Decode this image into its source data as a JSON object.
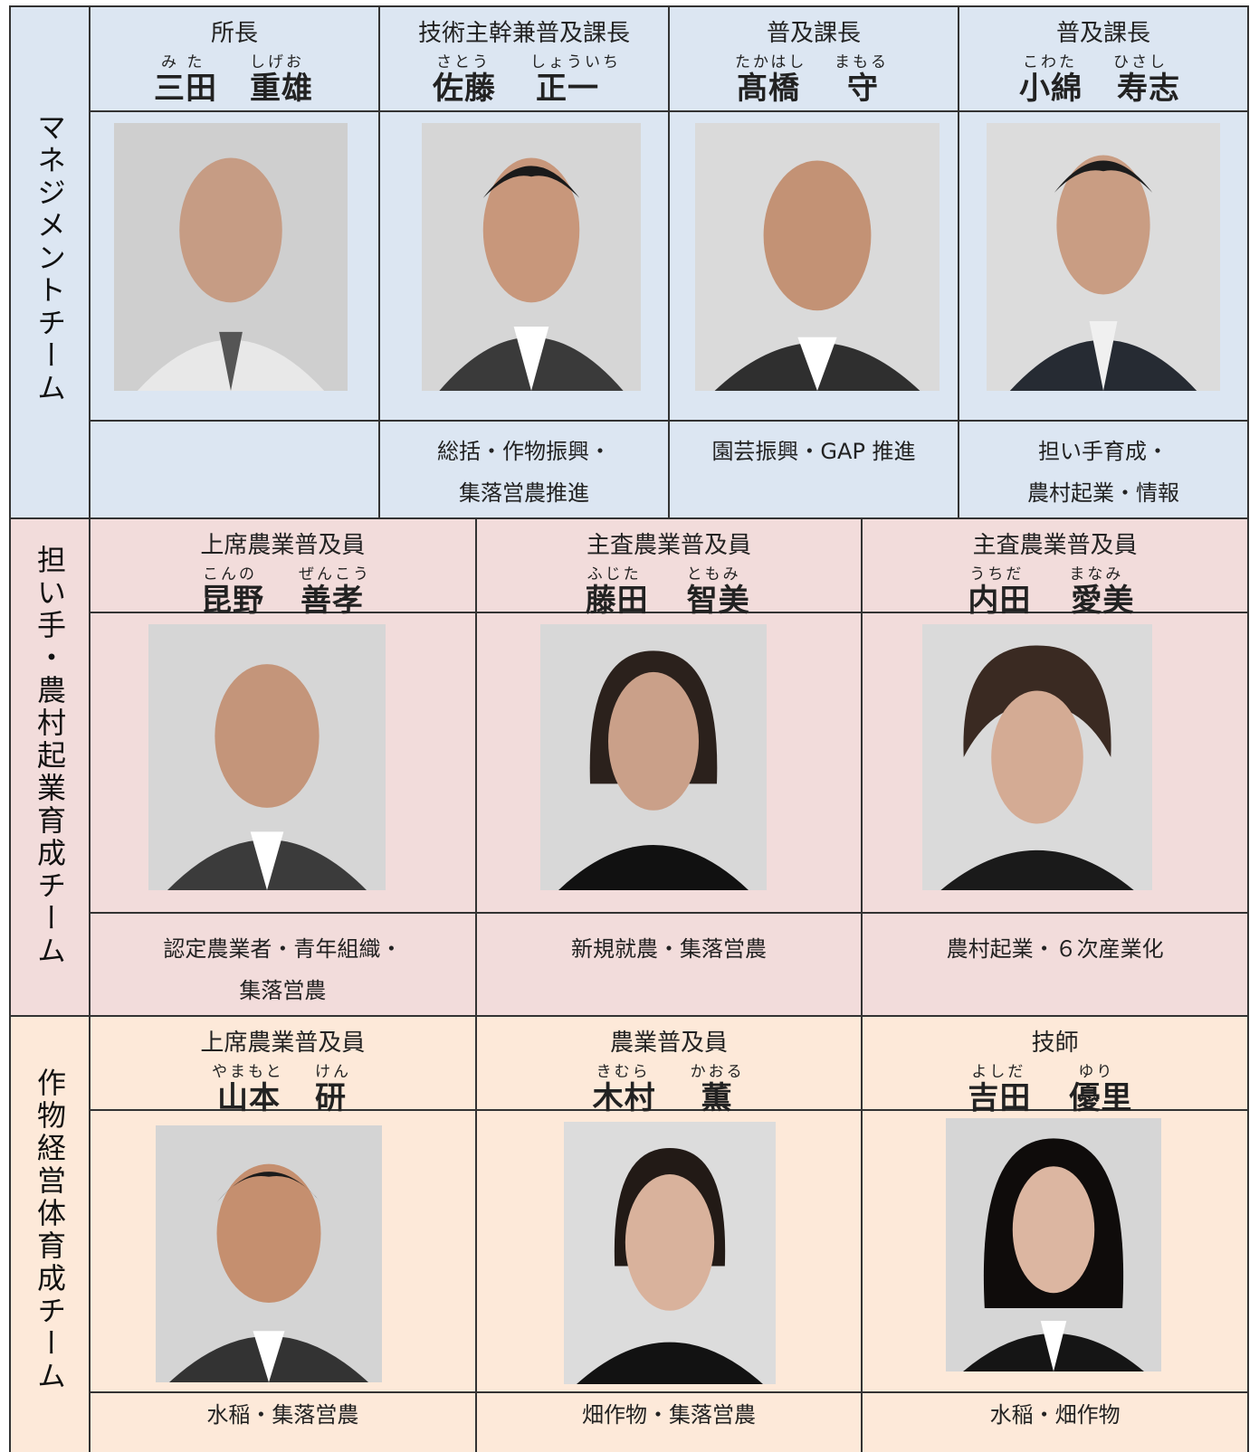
{
  "teams": [
    {
      "label": "マネジメントチーム",
      "members": [
        {
          "role": "所長",
          "ruby_family": "み た",
          "ruby_given": "しげお",
          "family": "三田",
          "given": "重雄",
          "duty1": "",
          "duty2": ""
        },
        {
          "role": "技術主幹兼普及課長",
          "ruby_family": "さとう",
          "ruby_given": "しょういち",
          "family": "佐藤",
          "given": "正一",
          "duty1": "総括・作物振興・",
          "duty2": "集落営農推進"
        },
        {
          "role": "普及課長",
          "ruby_family": "たかはし",
          "ruby_given": "まもる",
          "family": "髙橋",
          "given": "守",
          "duty1": "園芸振興・GAP 推進",
          "duty2": ""
        },
        {
          "role": "普及課長",
          "ruby_family": "こわた",
          "ruby_given": "ひさし",
          "family": "小綿",
          "given": "寿志",
          "duty1": "担い手育成・",
          "duty2": "農村起業・情報"
        }
      ]
    },
    {
      "label": "担い手・農村起業育成チーム",
      "members": [
        {
          "role": "上席農業普及員",
          "ruby_family": "こんの",
          "ruby_given": "ぜんこう",
          "family": "昆野",
          "given": "善孝",
          "duty1": "認定農業者・青年組織・",
          "duty2": "集落営農"
        },
        {
          "role": "主査農業普及員",
          "ruby_family": "ふじた",
          "ruby_given": "ともみ",
          "family": "藤田",
          "given": "智美",
          "duty1": "新規就農・集落営農",
          "duty2": ""
        },
        {
          "role": "主査農業普及員",
          "ruby_family": "うちだ",
          "ruby_given": "まなみ",
          "family": "内田",
          "given": "愛美",
          "duty1": "農村起業・６次産業化",
          "duty2": ""
        }
      ]
    },
    {
      "label": "作物経営体育成チーム",
      "members": [
        {
          "role": "上席農業普及員",
          "ruby_family": "やまもと",
          "ruby_given": "けん",
          "family": "山本",
          "given": "研",
          "duty1": "水稲・集落営農",
          "duty2": ""
        },
        {
          "role": "農業普及員",
          "ruby_family": "きむら",
          "ruby_given": "かおる",
          "family": "木村",
          "given": "薫",
          "duty1": "畑作物・集落営農",
          "duty2": ""
        },
        {
          "role": "技師",
          "ruby_family": "よしだ",
          "ruby_given": "ゆり",
          "family": "吉田",
          "given": "優里",
          "duty1": "水稲・畑作物",
          "duty2": ""
        }
      ]
    }
  ]
}
